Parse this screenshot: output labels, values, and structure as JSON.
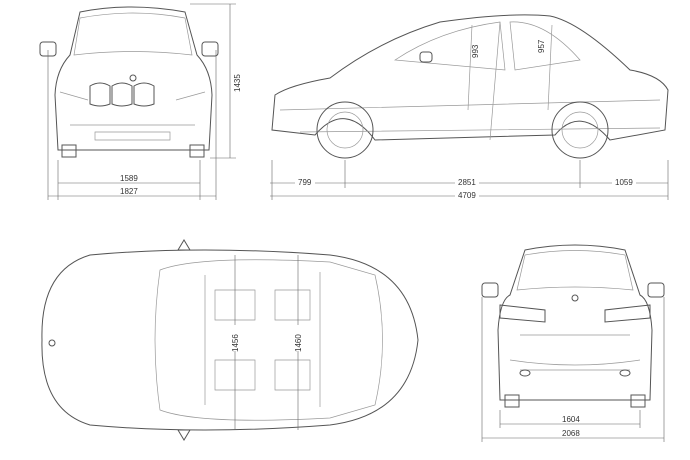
{
  "front_view": {
    "width_track": "1589",
    "width_total": "1827",
    "height": "1435"
  },
  "side_view": {
    "front_overhang": "799",
    "wheelbase": "2851",
    "rear_overhang": "1059",
    "length": "4709",
    "headroom_front": "993",
    "headroom_rear": "957"
  },
  "top_view": {
    "shoulder_front": "1456",
    "shoulder_rear": "1460"
  },
  "rear_view": {
    "width_track": "1604",
    "width_mirrors": "2068"
  }
}
